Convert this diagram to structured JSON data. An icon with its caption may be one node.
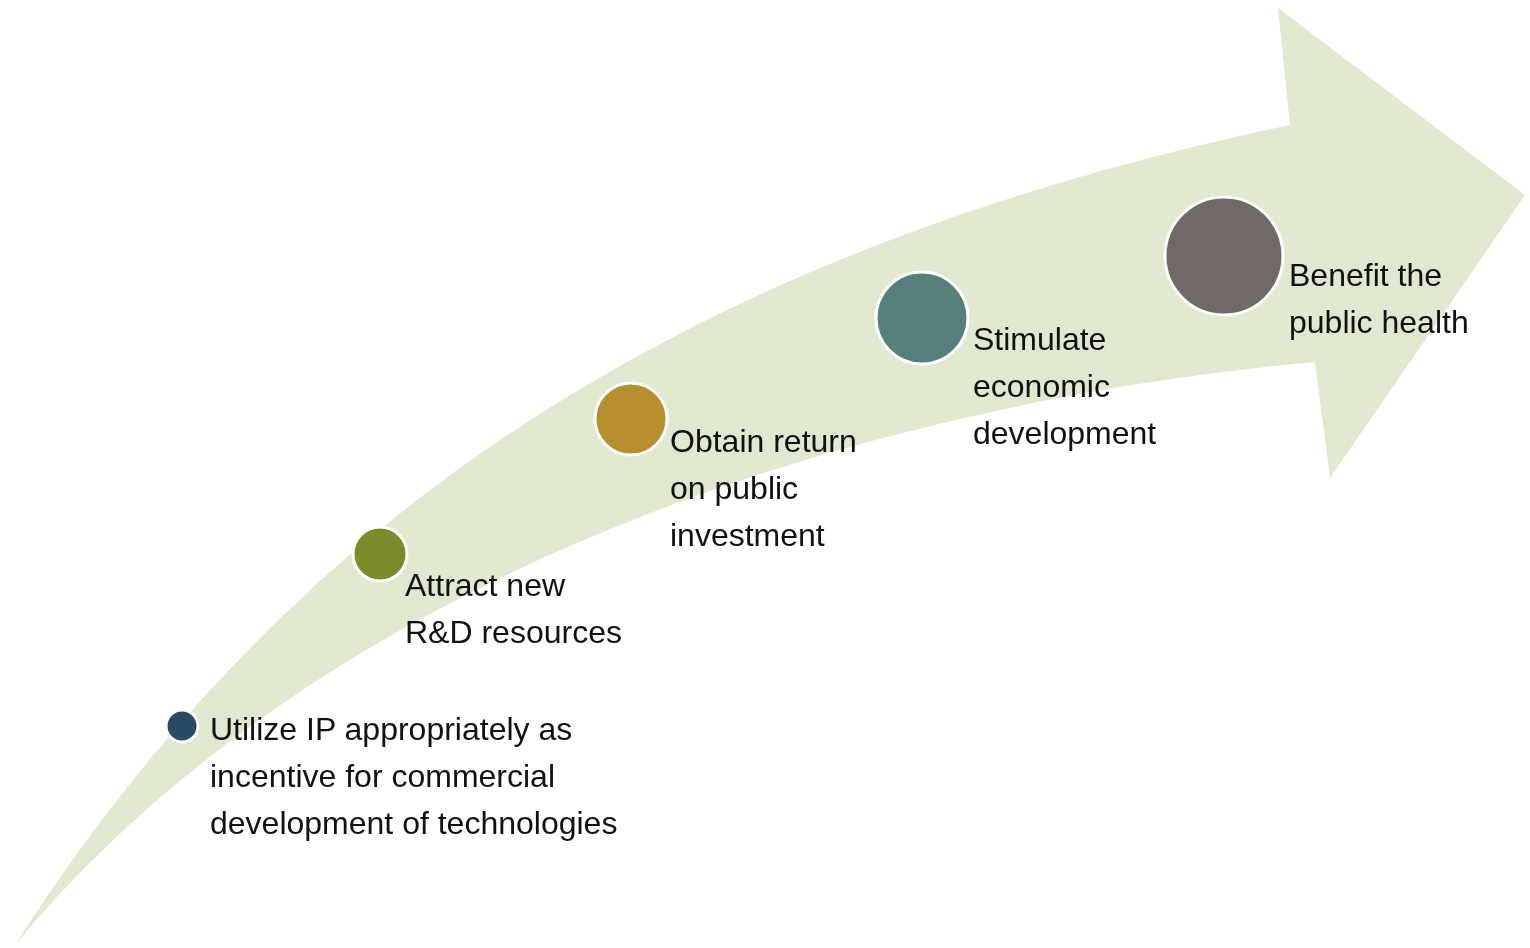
{
  "diagram": {
    "nodes": [
      {
        "text": [],
        "shape": "arrow"
      },
      {
        "text": [],
        "shape": "circle",
        "in": 0,
        "beside": [
          "Utilize IP appropriately as incentive for commercial development of technologies"
        ]
      },
      {
        "text": [],
        "shape": "circle",
        "in": 0,
        "beside": [
          "Attract new R&D resources"
        ]
      },
      {
        "text": [],
        "shape": "circle",
        "in": 0,
        "beside": [
          "Obtain return on public investment"
        ]
      },
      {
        "text": [],
        "shape": "circle",
        "in": 0,
        "beside": [
          "Stimulate economic development"
        ]
      },
      {
        "text": [],
        "shape": "circle",
        "in": 0,
        "beside": [
          "Benefit the public health"
        ]
      }
    ]
  }
}
